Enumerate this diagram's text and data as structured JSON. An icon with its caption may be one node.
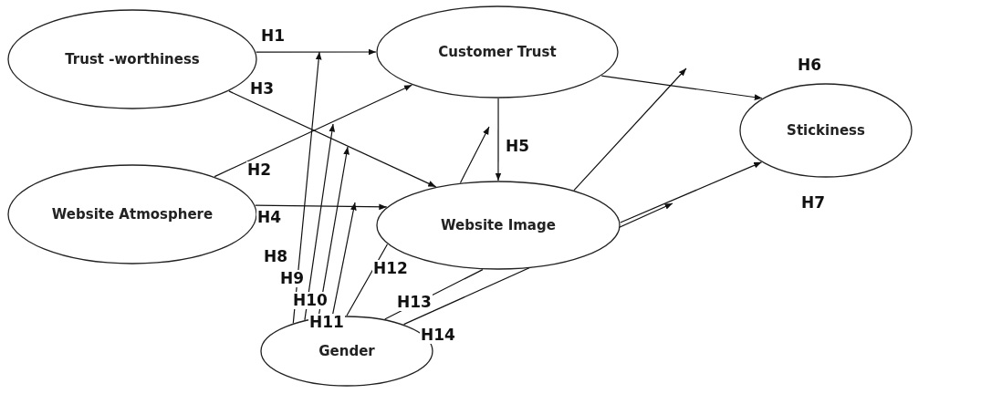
{
  "diagram": {
    "nodes": [
      {
        "text": [
          "Trust -worthiness"
        ]
      },
      {
        "text": [
          "Customer Trust"
        ]
      },
      {
        "text": [
          "Website Atmosphere"
        ]
      },
      {
        "text": [
          "Website Image"
        ]
      },
      {
        "text": [
          "Stickiness"
        ]
      },
      {
        "text": [
          "Gender"
        ]
      }
    ],
    "edges": [
      {
        "from": 0,
        "to": 1,
        "arrow": "to",
        "label": "H1"
      },
      {
        "from": 2,
        "to": 1,
        "arrow": "to",
        "label": "H2"
      },
      {
        "from": 0,
        "to": 3,
        "arrow": "to",
        "label": "H3"
      },
      {
        "from": 2,
        "to": 3,
        "arrow": "to",
        "label": "H4"
      },
      {
        "from": 1,
        "to": 3,
        "arrow": "to",
        "label": "H5"
      },
      {
        "from": 1,
        "to": 4,
        "arrow": "to",
        "label": "H6"
      },
      {
        "from": 3,
        "to": 4,
        "arrow": "to",
        "label": "H7"
      },
      {
        "from": 5,
        "to": null,
        "arrow": "to",
        "label": "H8"
      },
      {
        "from": 5,
        "to": null,
        "arrow": "to",
        "label": "H9"
      },
      {
        "from": 5,
        "to": null,
        "arrow": "to",
        "label": "H10"
      },
      {
        "from": 5,
        "to": null,
        "arrow": "to",
        "label": "H11"
      },
      {
        "from": 5,
        "to": null,
        "arrow": "to",
        "label": "H12"
      },
      {
        "from": 5,
        "to": null,
        "arrow": "to",
        "label": "H13"
      },
      {
        "from": 5,
        "to": null,
        "arrow": "to",
        "label": "H14"
      }
    ]
  }
}
